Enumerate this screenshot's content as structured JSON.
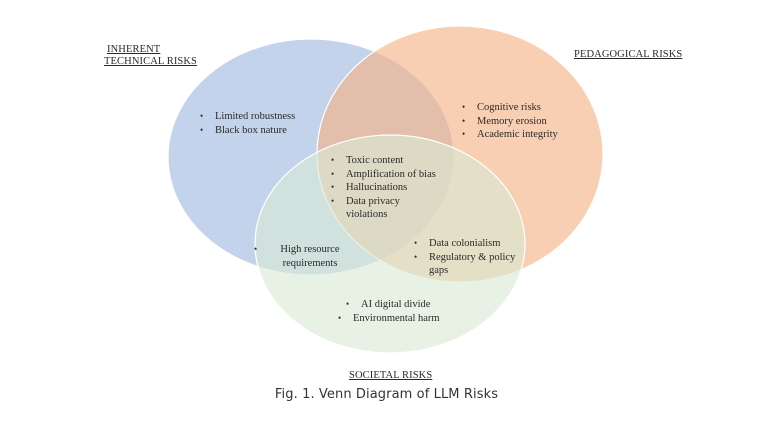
{
  "figure": {
    "caption": "Fig. 1.  Venn Diagram of LLM Risks"
  },
  "colors": {
    "inherent_technical": "#b4c7e7",
    "pedagogical": "#f4b183",
    "societal": "#d9ead3",
    "outline": "#ffffff"
  },
  "sets": {
    "inherent_technical": {
      "label_line1": "INHERENT",
      "label_line2": "TECHNICAL RISKS"
    },
    "pedagogical": {
      "label": "PEDAGOGICAL RISKS"
    },
    "societal": {
      "label": "SOCIETAL RISKS"
    }
  },
  "regions": {
    "inherent_only": [
      "Limited robustness",
      "Black box nature"
    ],
    "pedagogical_only": [
      "Cognitive risks",
      "Memory erosion",
      "Academic integrity"
    ],
    "all_three": [
      "Toxic content",
      "Amplification of bias",
      "Hallucinations",
      "Data privacy violations"
    ],
    "inherent_and_societal": [
      "High resource requirements"
    ],
    "pedagogical_and_societal": [
      "Data colonialism",
      "Regulatory & policy gaps"
    ],
    "societal_only": [
      "AI digital divide",
      "Environmental harm"
    ]
  }
}
